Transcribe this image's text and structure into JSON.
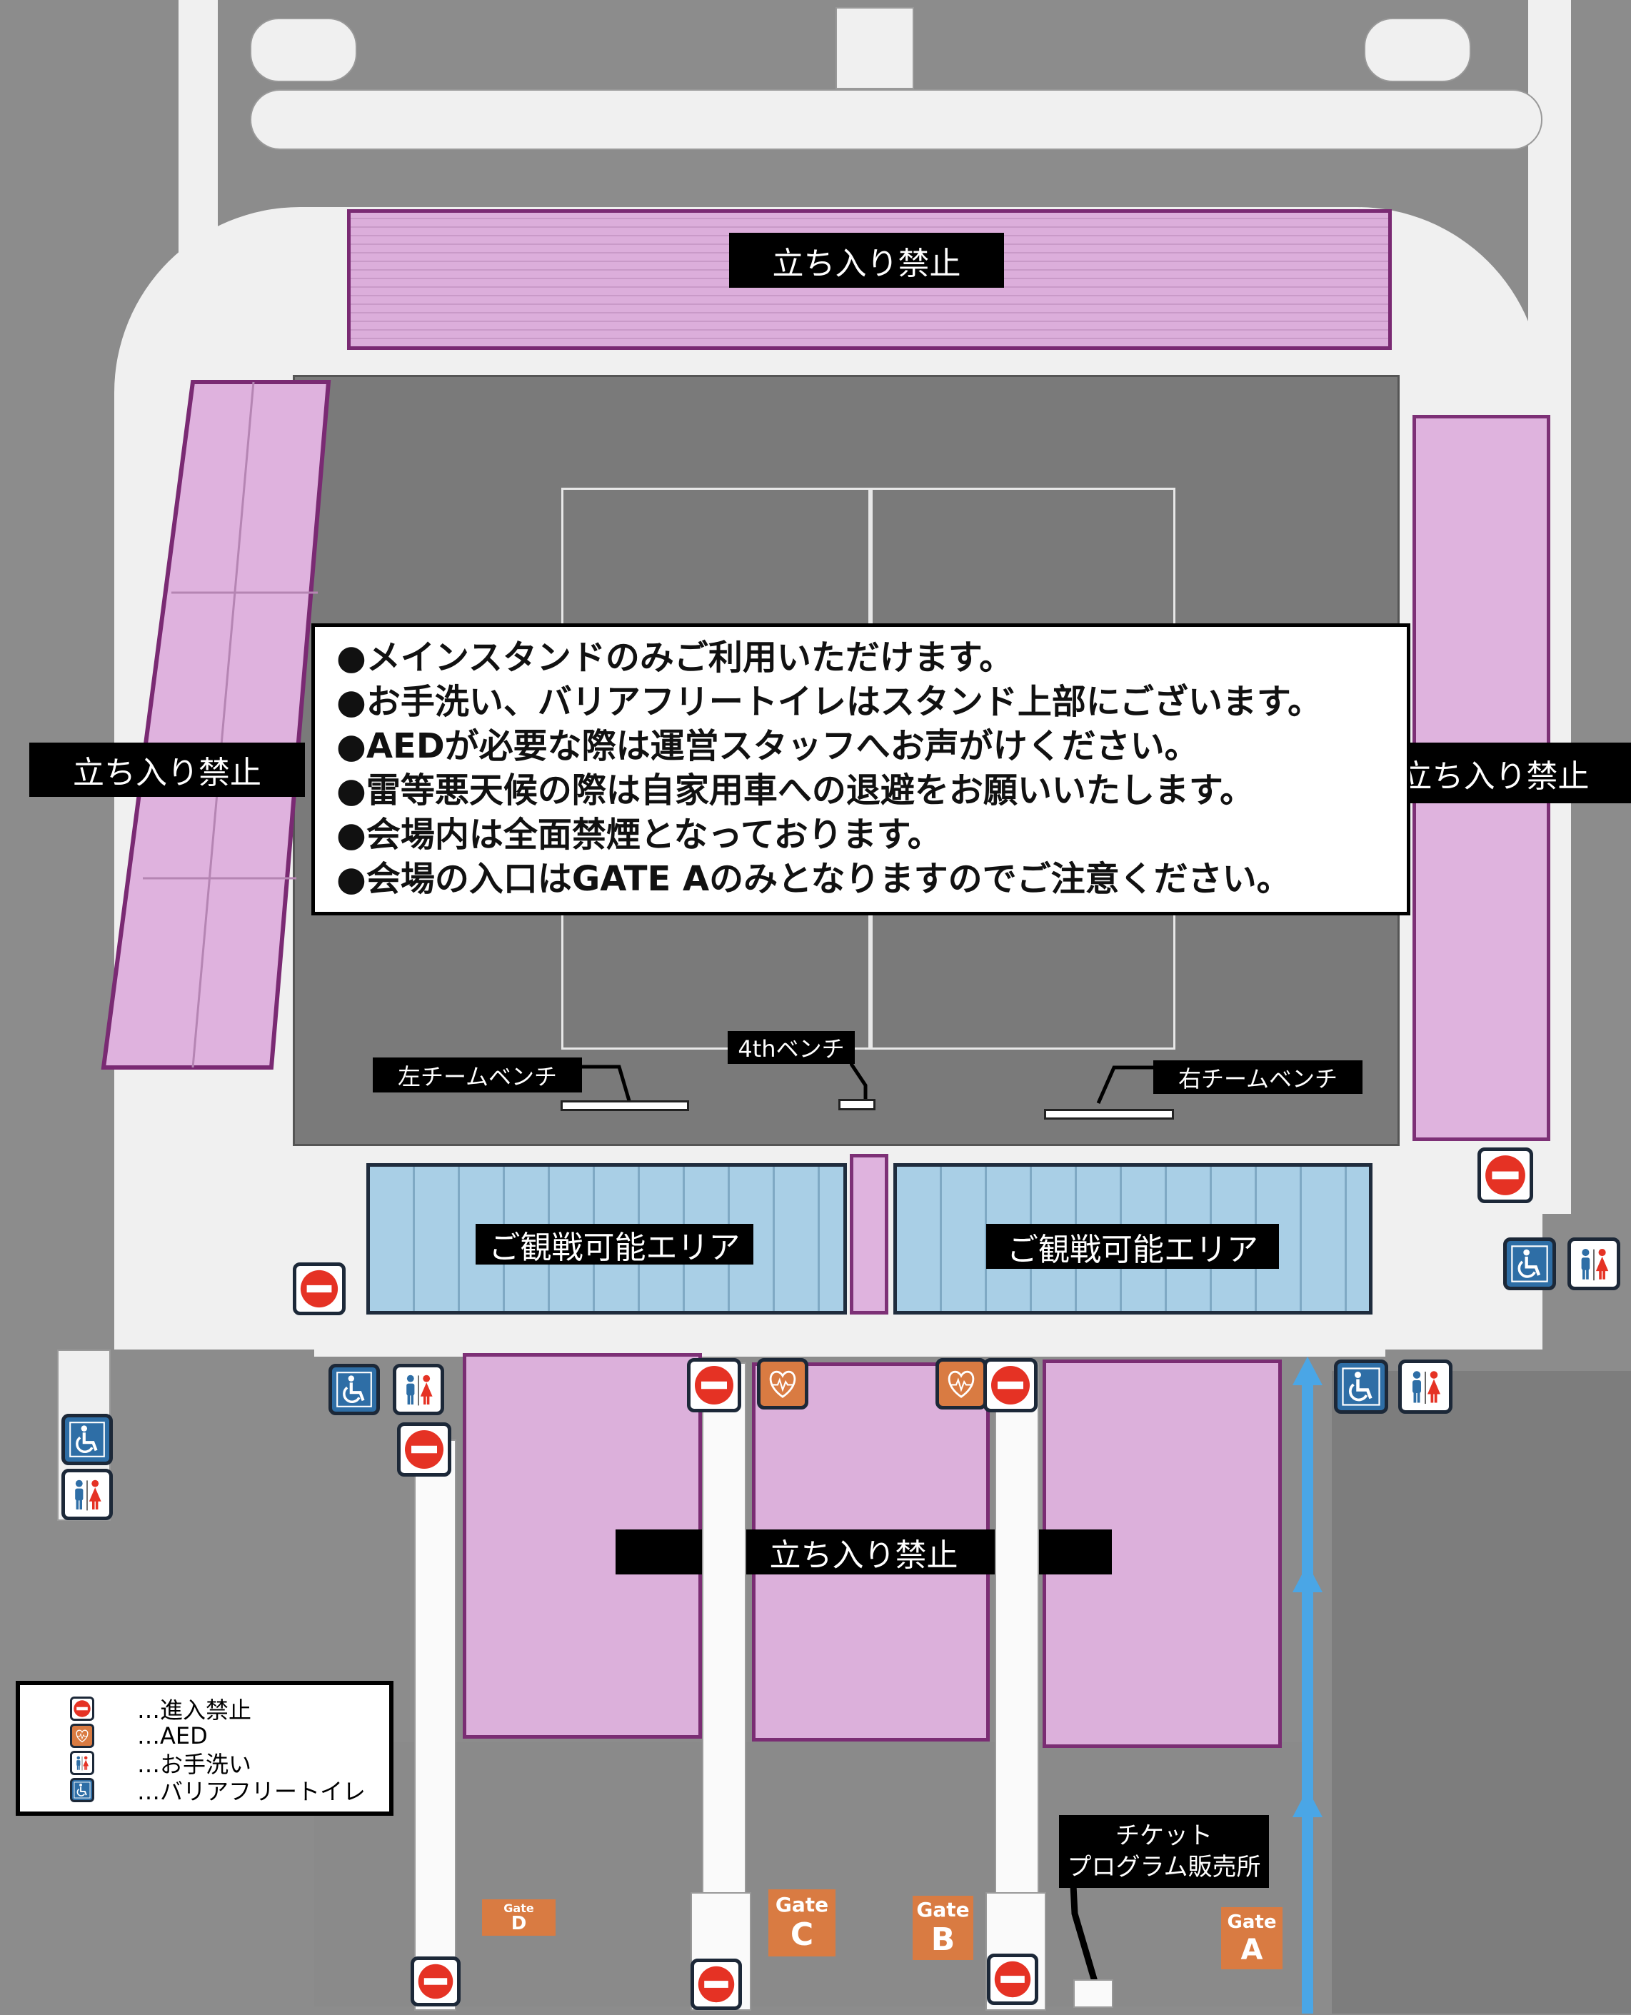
{
  "zones": {
    "top_stand_label": "立ち入り禁止",
    "left_stand_label": "立ち入り禁止",
    "right_stand_label": "立ち入り禁止",
    "bottom_building_label": "立ち入り禁止",
    "viewing_left_label": "ご観戦可能エリア",
    "viewing_right_label": "ご観戦可能エリア"
  },
  "notice": {
    "lines": [
      "●メインスタンドのみご利用いただけます。",
      "●お手洗い、バリアフリートイレはスタンド上部にございます。",
      "●AEDが必要な際は運営スタッフへお声がけください。",
      "●雷等悪天候の際は自家用車への退避をお願いいたします。",
      "●会場内は全面禁煙となっております。",
      "●会場の入口はGATE Aのみとなりますのでご注意ください。"
    ]
  },
  "benches": {
    "left": "左チームベンチ",
    "fourth": "4thベンチ",
    "right": "右チームベンチ"
  },
  "ticket_booth": {
    "line1": "チケット",
    "line2": "プログラム販売所"
  },
  "gates": [
    {
      "word": "Gate",
      "letter": "D"
    },
    {
      "word": "Gate",
      "letter": "C"
    },
    {
      "word": "Gate",
      "letter": "B"
    },
    {
      "word": "Gate",
      "letter": "A"
    }
  ],
  "legend": {
    "items": [
      {
        "icon": "no-entry-icon",
        "label": "…進入禁止"
      },
      {
        "icon": "aed-icon",
        "label": "…AED"
      },
      {
        "icon": "restroom-icon",
        "label": "…お手洗い"
      },
      {
        "icon": "accessible-toilet-icon",
        "label": "…バリアフリートイレ"
      }
    ]
  },
  "colors": {
    "no_entry": "#e53224",
    "aed": "#d97b42",
    "accessible": "#2e6ea6",
    "restricted": "#dfb2de",
    "viewing": "#a9cfe6",
    "arrow": "#4aa6e6"
  }
}
